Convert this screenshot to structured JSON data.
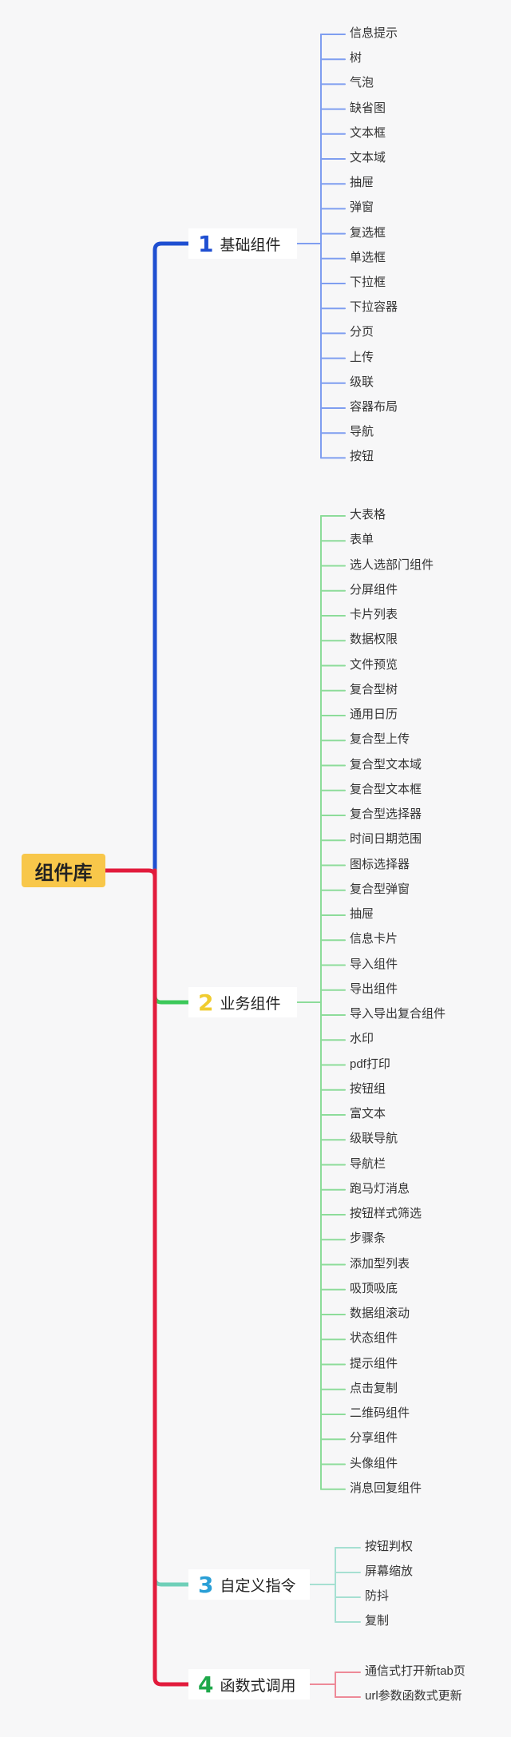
{
  "root": {
    "label": "组件库",
    "color": "#f8c74a"
  },
  "branches": [
    {
      "number": "1",
      "label": "基础组件",
      "color": "#1f4fd1",
      "leaf_line_color": "#7f9ef0",
      "items": [
        "信息提示",
        "树",
        "气泡",
        "缺省图",
        "文本框",
        "文本域",
        "抽屉",
        "弹窗",
        "复选框",
        "单选框",
        "下拉框",
        "下拉容器",
        "分页",
        "上传",
        "级联",
        "容器布局",
        "导航",
        "按钮"
      ]
    },
    {
      "number": "2",
      "label": "业务组件",
      "color": "#f0cc30",
      "line_color": "#3cc85a",
      "leaf_line_color": "#8ddc9a",
      "items": [
        "大表格",
        "表单",
        "选人选部门组件",
        "分屏组件",
        "卡片列表",
        "数据权限",
        "文件预览",
        "复合型树",
        "通用日历",
        "复合型上传",
        "复合型文本域",
        "复合型文本框",
        "复合型选择器",
        "时间日期范围",
        "图标选择器",
        "复合型弹窗",
        "抽屉",
        "信息卡片",
        "导入组件",
        "导出组件",
        "导入导出复合组件",
        "水印",
        "pdf打印",
        "按钮组",
        "富文本",
        "级联导航",
        "导航栏",
        "跑马灯消息",
        "按钮样式筛选",
        "步骤条",
        "添加型列表",
        "吸顶吸底",
        "数据组滚动",
        "状态组件",
        "提示组件",
        "点击复制",
        "二维码组件",
        "分享组件",
        "头像组件",
        "消息回复组件"
      ]
    },
    {
      "number": "3",
      "label": "自定义指令",
      "color": "#2a9fd6",
      "line_color": "#6fcfb8",
      "leaf_line_color": "#a6e0d2",
      "items": [
        "按钮判权",
        "屏幕缩放",
        "防抖",
        "复制"
      ]
    },
    {
      "number": "4",
      "label": "函数式调用",
      "color": "#1ea84a",
      "line_color": "#e21b3c",
      "leaf_line_color": "#ee8a98",
      "items": [
        "通信式打开新tab页",
        "url参数函数式更新"
      ]
    }
  ]
}
